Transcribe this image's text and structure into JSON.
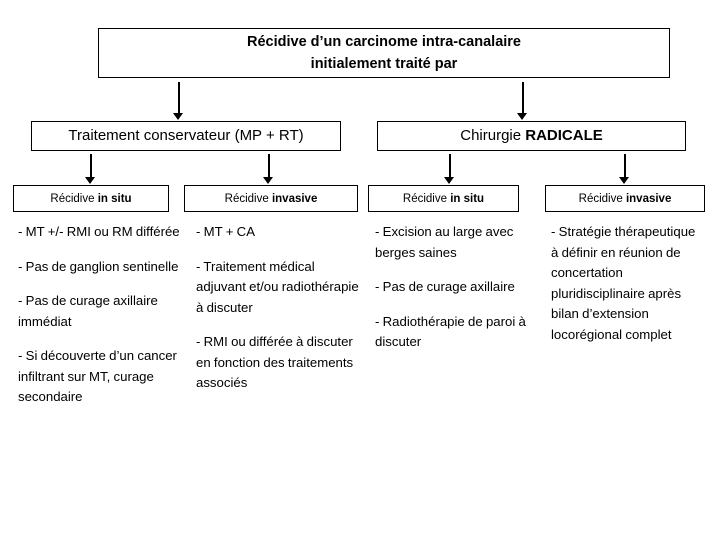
{
  "title_box": {
    "line1": "Récidive d’un carcinome intra-canalaire",
    "line2": "initialement traité par"
  },
  "branches": [
    {
      "name": "conservative-treatment",
      "label_regular": "Traitement conservateur (MP + RT)",
      "label_bold": ""
    },
    {
      "name": "radical-surgery",
      "label_regular": "Chirurgie ",
      "label_bold": "RADICALE"
    }
  ],
  "subheaders": [
    {
      "regular": "Récidive ",
      "bold": "in situ"
    },
    {
      "regular": "Récidive ",
      "bold": "invasive"
    },
    {
      "regular": "Récidive ",
      "bold": "in situ"
    },
    {
      "regular": "Récidive ",
      "bold": "invasive"
    }
  ],
  "columns": [
    {
      "name": "conservative-in-situ",
      "items": [
        "- MT +/- RMI ou RM différée",
        "- Pas de ganglion sentinelle",
        "- Pas de curage axillaire immédiat",
        "- Si découverte d’un cancer infiltrant sur MT, curage secondaire"
      ]
    },
    {
      "name": "conservative-invasive",
      "items": [
        "- MT + CA",
        "- Traitement médical adjuvant et/ou radiothérapie à discuter",
        "- RMI ou différée à discuter en fonction des traitements associés"
      ]
    },
    {
      "name": "radical-in-situ",
      "items": [
        "- Excision au large avec berges saines",
        "- Pas de curage axillaire",
        "- Radiothérapie de paroi à discuter"
      ]
    },
    {
      "name": "radical-invasive",
      "items": [
        "- Stratégie thérapeutique à définir en réunion de concertation pluridisciplinaire après bilan d’extension locorégional complet"
      ]
    }
  ],
  "colors": {
    "background": "#ffffff",
    "foreground": "#000000",
    "border": "#000000"
  }
}
